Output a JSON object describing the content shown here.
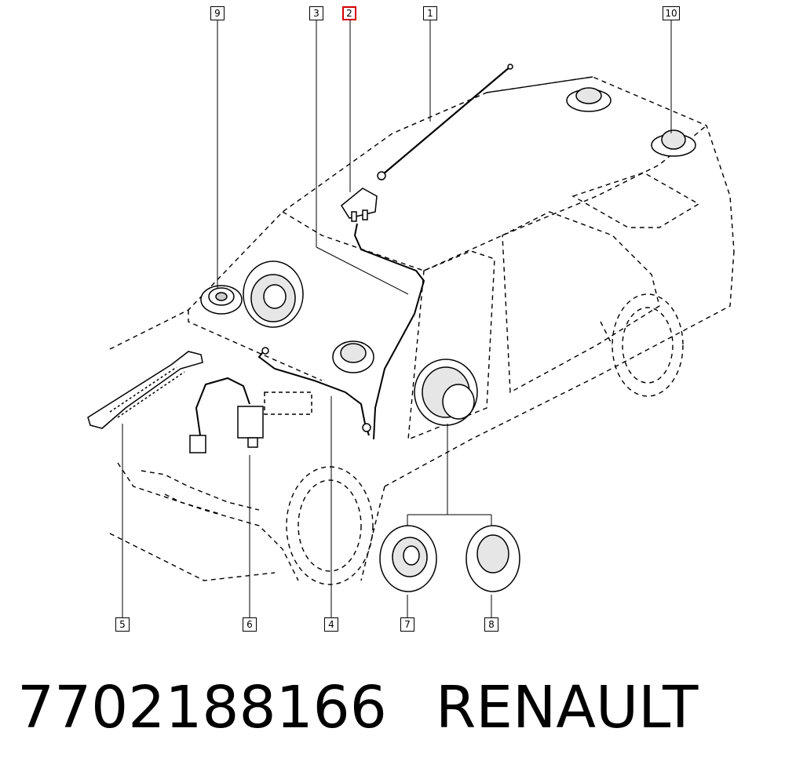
{
  "callouts": {
    "c1": "1",
    "c2": "2",
    "c3": "3",
    "c4": "4",
    "c5": "5",
    "c6": "6",
    "c7": "7",
    "c8": "8",
    "c9": "9",
    "c10": "10"
  },
  "highlight_color": "#d40000",
  "caption": {
    "part_number": "7702188166",
    "brand": "RENAULT"
  }
}
